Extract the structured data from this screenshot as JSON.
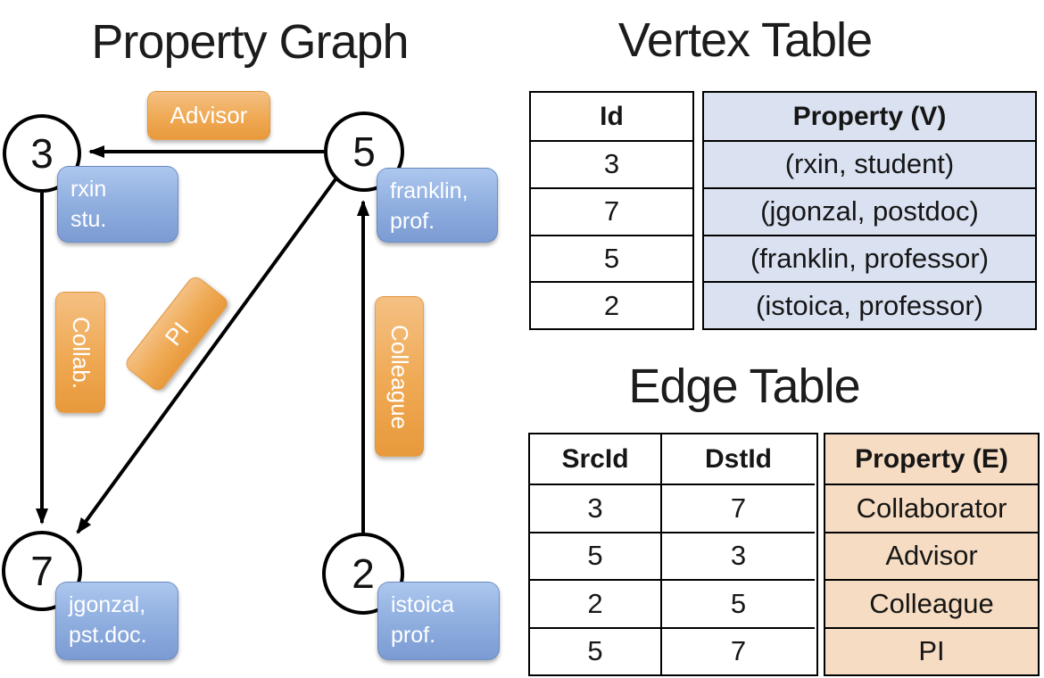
{
  "graph": {
    "title": "Property Graph",
    "vertices": [
      {
        "id": "3",
        "label_line1": "rxin",
        "label_line2": "stu."
      },
      {
        "id": "5",
        "label_line1": "franklin,",
        "label_line2": "prof."
      },
      {
        "id": "7",
        "label_line1": "jgonzal,",
        "label_line2": "pst.doc."
      },
      {
        "id": "2",
        "label_line1": "istoica",
        "label_line2": "prof."
      }
    ],
    "edge_labels": [
      {
        "text": "Advisor",
        "orientation": "horizontal"
      },
      {
        "text": "Collab.",
        "orientation": "vertical"
      },
      {
        "text": "PI",
        "orientation": "diagonal"
      },
      {
        "text": "Colleague",
        "orientation": "vertical"
      }
    ],
    "edges": [
      {
        "from": "5",
        "to": "3",
        "label": "Advisor"
      },
      {
        "from": "3",
        "to": "7",
        "label": "Collab."
      },
      {
        "from": "5",
        "to": "7",
        "label": "PI"
      },
      {
        "from": "2",
        "to": "5",
        "label": "Colleague"
      }
    ]
  },
  "vertex_table": {
    "title": "Vertex Table",
    "columns": [
      "Id",
      "Property (V)"
    ],
    "rows": [
      [
        "3",
        "(rxin, student)"
      ],
      [
        "7",
        "(jgonzal, postdoc)"
      ],
      [
        "5",
        "(franklin, professor)"
      ],
      [
        "2",
        "(istoica, professor)"
      ]
    ]
  },
  "edge_table": {
    "title": "Edge Table",
    "columns": [
      "SrcId",
      "DstId",
      "Property (E)"
    ],
    "rows": [
      [
        "3",
        "7",
        "Collaborator"
      ],
      [
        "5",
        "3",
        "Advisor"
      ],
      [
        "2",
        "5",
        "Colleague"
      ],
      [
        "5",
        "7",
        "PI"
      ]
    ]
  },
  "colors": {
    "node_fill": "#ffffff",
    "node_stroke": "#000000",
    "vertex_box_blue_top": "#adc7ee",
    "vertex_box_blue_bottom": "#7b9bd3",
    "edge_label_orange_top": "#f4c083",
    "edge_label_orange_bottom": "#e8993c",
    "vertex_table_fill": "#dae1f1",
    "edge_table_fill": "#f6dcc2",
    "edge_line": "#000000",
    "text_white": "#ffffff",
    "text_black": "#1c1c1c"
  }
}
